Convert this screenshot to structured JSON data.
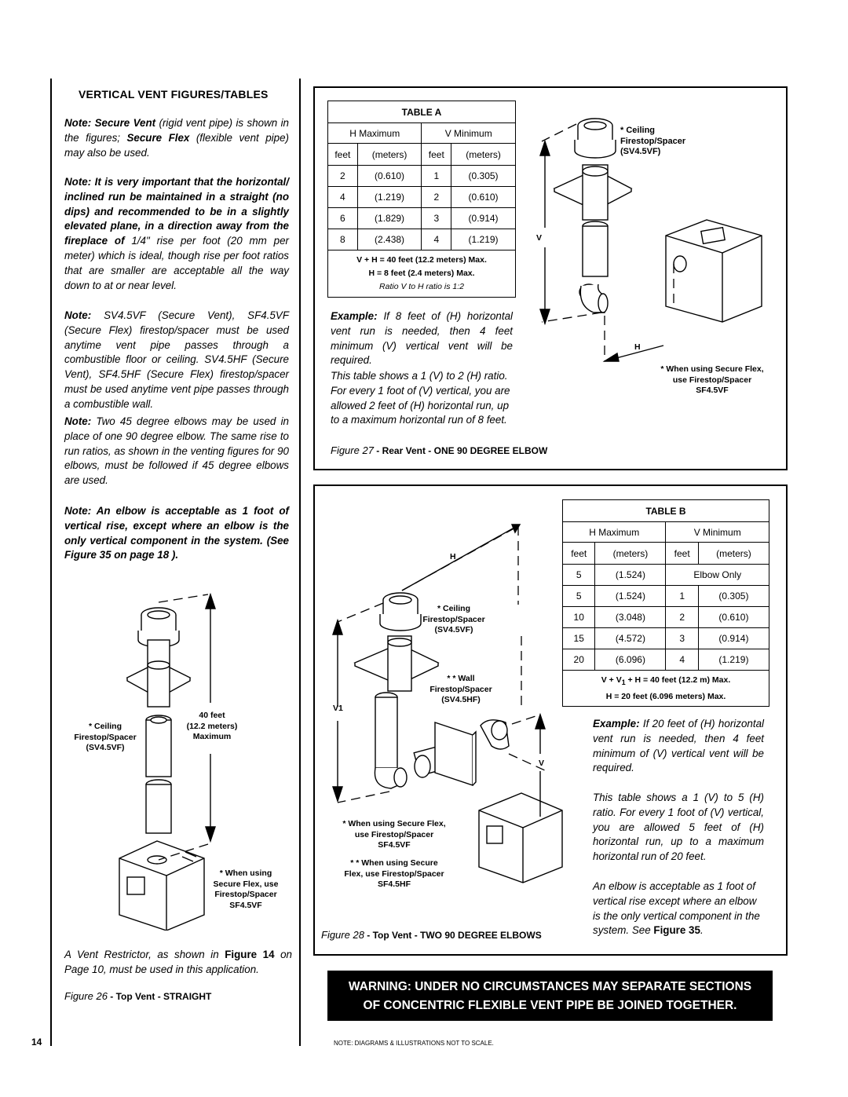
{
  "heading": "VERTICAL VENT FIGURES/TABLES",
  "notes": {
    "n1": {
      "prefix": "Note: Secure Vent",
      "text1": " (rigid vent pipe) is shown in the figures; ",
      "bold": "Secure Flex",
      "text2": " (flexible vent pipe) may also be used."
    },
    "n2_bold": "Note: It is very important that the horizontal/ inclined run be maintained in a straight (no dips) and recommended to be in a slightly elevated plane, in a direction away from the fireplace of",
    "n2_text": " 1/4\" rise per foot (20 mm per meter) which is ideal, though rise per foot ratios that are smaller are acceptable all the way down to at or near level.",
    "n3_bold": "Note:",
    "n3_text": " SV4.5VF (Secure Vent), SF4.5VF (Secure Flex) firestop/spacer must be used anytime vent pipe passes through a combustible floor or ceiling. SV4.5HF (Secure Vent), SF4.5HF (Secure Flex) firestop/spacer must be used anytime vent pipe passes through a combustible wall.",
    "n4_bold": "Note:",
    "n4_text": " Two 45 degree elbows may be used in place of one 90 degree elbow. The same rise to run ratios, as shown in the venting figures for 90 elbows, must be followed if 45 degree elbows are used.",
    "n5_bold": "Note: An elbow is acceptable as 1 foot of vertical rise, except where an elbow is the only vertical component in the system. (See Figure 35 on page 18 )."
  },
  "fig26": {
    "label_ceiling": [
      "* Ceiling",
      "Firestop/Spacer",
      "(SV4.5VF)"
    ],
    "label_max": [
      "40 feet",
      "(12.2 meters)",
      "Maximum"
    ],
    "label_when": [
      "* When using",
      "Secure Flex, use",
      "Firestop/Spacer",
      "SF4.5VF"
    ],
    "restrictor_a": "A Vent Restrictor, as shown in ",
    "restrictor_fig": "Figure 14",
    "restrictor_b": " on Page 10, must be used in this application.",
    "caption_fig": "Figure 26",
    "caption_text": " - Top Vent - STRAIGHT"
  },
  "tableA": {
    "title": "TABLE A",
    "h_max": "H Maximum",
    "v_min": "V Minimum",
    "cols": [
      "feet",
      "(meters)",
      "feet",
      "(meters)"
    ],
    "rows": [
      [
        "2",
        "(0.610)",
        "1",
        "(0.305)"
      ],
      [
        "4",
        "(1.219)",
        "2",
        "(0.610)"
      ],
      [
        "6",
        "(1.829)",
        "3",
        "(0.914)"
      ],
      [
        "8",
        "(2.438)",
        "4",
        "(1.219)"
      ]
    ],
    "foot1": "V + H = 40 feet (12.2 meters) Max.",
    "foot2": "H = 8 feet (2.4 meters) Max.",
    "foot3": "Ratio V to H ratio is 1:2"
  },
  "fig27": {
    "example_b": "Example:",
    "example": " If 8 feet of (H) horizontal vent run is needed, then 4 feet minimum (V) vertical vent will be required.",
    "ratio": "This table shows a 1 (V) to 2 (H) ratio. For every 1 foot of (V) vertical, you are allowed 2 feet of (H) horizontal run, up to a maximum horizontal run of 8 feet.",
    "label_ceiling": [
      "* Ceiling",
      "Firestop/Spacer",
      "(SV4.5VF)"
    ],
    "label_when": [
      "* When using Secure Flex,",
      "use Firestop/Spacer",
      "SF4.5VF"
    ],
    "V": "V",
    "H": "H",
    "caption_fig": "Figure 27",
    "caption_text": " - Rear Vent - ONE 90 DEGREE ELBOW"
  },
  "tableB": {
    "title": "TABLE B",
    "h_max": "H Maximum",
    "v_min": "V Minimum",
    "cols": [
      "feet",
      "(meters)",
      "feet",
      "(meters)"
    ],
    "row0": [
      "5",
      "(1.524)",
      "Elbow Only"
    ],
    "rows": [
      [
        "5",
        "(1.524)",
        "1",
        "(0.305)"
      ],
      [
        "10",
        "(3.048)",
        "2",
        "(0.610)"
      ],
      [
        "15",
        "(4.572)",
        "3",
        "(0.914)"
      ],
      [
        "20",
        "(6.096)",
        "4",
        "(1.219)"
      ]
    ],
    "foot1a": "V + V",
    "foot1sub": "1",
    "foot1b": " + H = 40 feet (12.2 m) Max.",
    "foot2": "H = 20 feet (6.096 meters) Max."
  },
  "fig28": {
    "example_b": "Example:",
    "example": " If 20 feet of (H) horizontal vent run is needed, then 4 feet minimum of (V) vertical vent will be required.",
    "ratio": "This table shows a 1 (V) to 5 (H) ratio. For every 1 foot of (V) vertical, you are allowed 5 feet of (H) horizontal run, up to a maximum horizontal run of 20 feet.",
    "elbow_a": "An elbow is acceptable as 1 foot of vertical rise except where an elbow is the only vertical component in the system. See ",
    "elbow_fig": "Figure 35",
    "elbow_b": ".",
    "H": "H",
    "V1": "V1",
    "V": "V",
    "label_ceiling": [
      "* Ceiling",
      "Firestop/Spacer",
      "(SV4.5VF)"
    ],
    "label_wall": [
      "* * Wall",
      "Firestop/Spacer",
      "(SV4.5HF)"
    ],
    "label_flex1": [
      "* When using Secure Flex,",
      "use Firestop/Spacer",
      "SF4.5VF"
    ],
    "label_flex2": [
      "* * When using Secure",
      "Flex, use Firestop/Spacer",
      "SF4.5HF"
    ],
    "caption_fig": "Figure 28",
    "caption_text": " - Top Vent - TWO 90 DEGREE ELBOWS"
  },
  "warning": {
    "line1": "WARNING: UNDER NO CIRCUMSTANCES MAY SEPARATE SECTIONS",
    "line2": "OF CONCENTRIC FLEXIBLE VENT PIPE BE JOINED TOGETHER."
  },
  "footer_note": "NOTE: DIAGRAMS & ILLUSTRATIONS NOT TO SCALE.",
  "page_number": "14"
}
